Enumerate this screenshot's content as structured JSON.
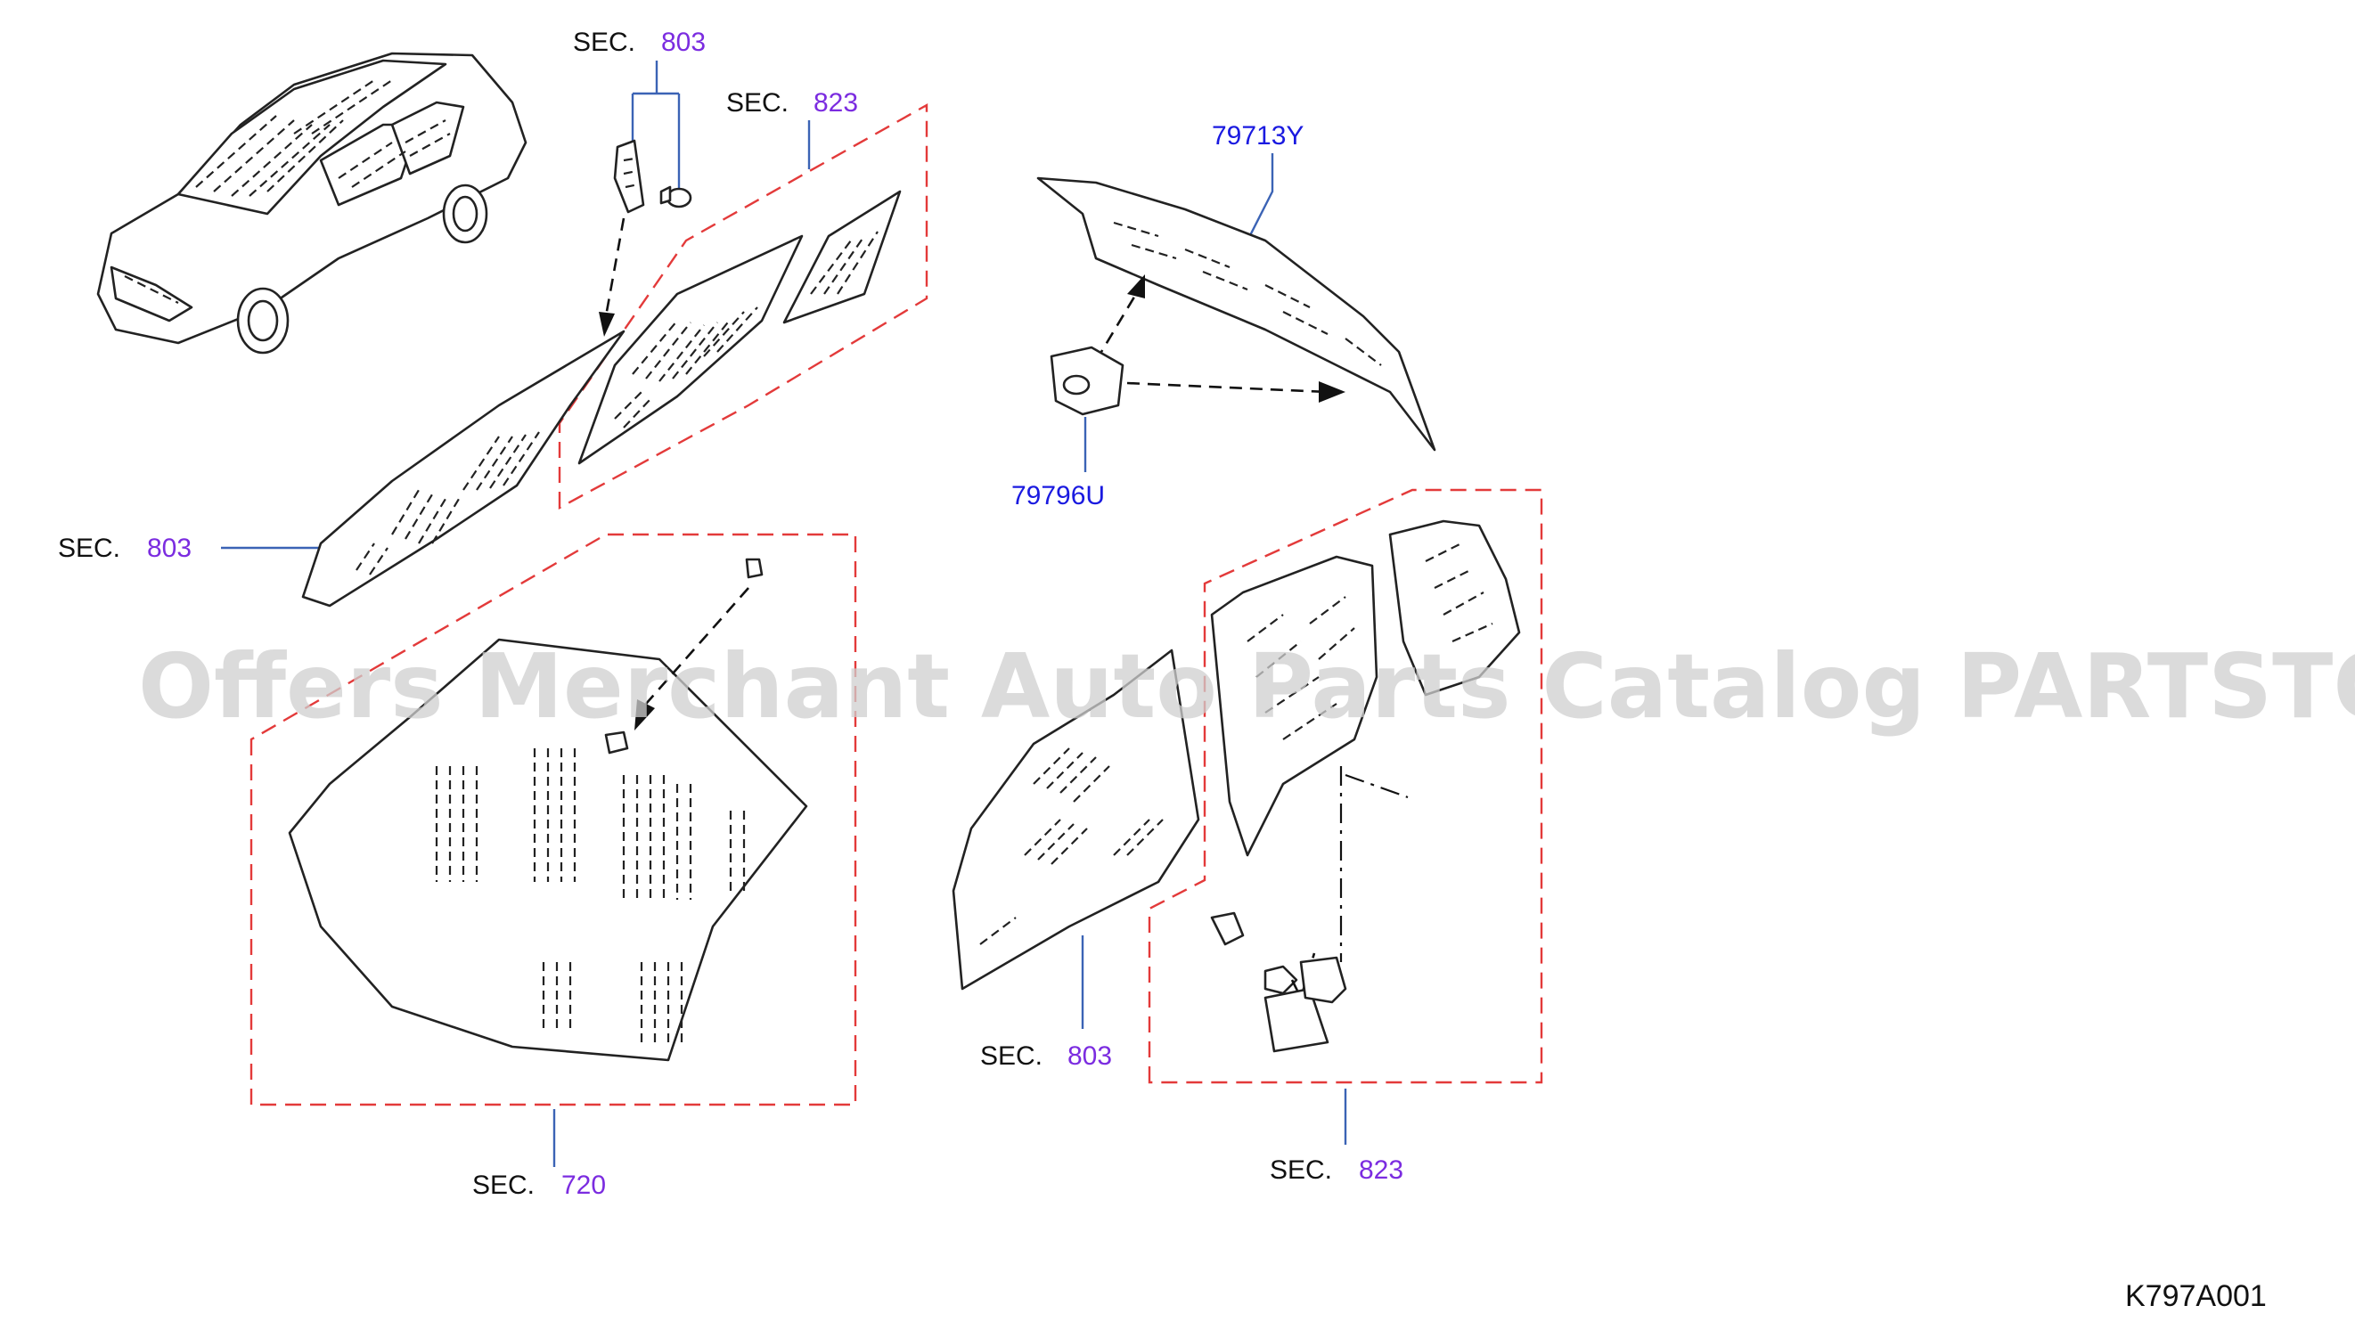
{
  "watermark": "Offers Merchant Auto Parts Catalog PARTSTORE.SA",
  "diagram_code": "K797A001",
  "section_prefix": "SEC.",
  "callouts": {
    "sec_803_top": "803",
    "sec_823_top": "823",
    "sec_803_left": "803",
    "sec_720": "720",
    "sec_803_bottom": "803",
    "sec_823_bottom": "823"
  },
  "part_numbers": {
    "rear_shelf": "79713Y",
    "clip": "79796U"
  },
  "colors": {
    "leader_line": "#3b63b5",
    "section_box": "#e33a3a",
    "section_number": "#7b2ce0",
    "part_number": "#1a1ae0"
  }
}
